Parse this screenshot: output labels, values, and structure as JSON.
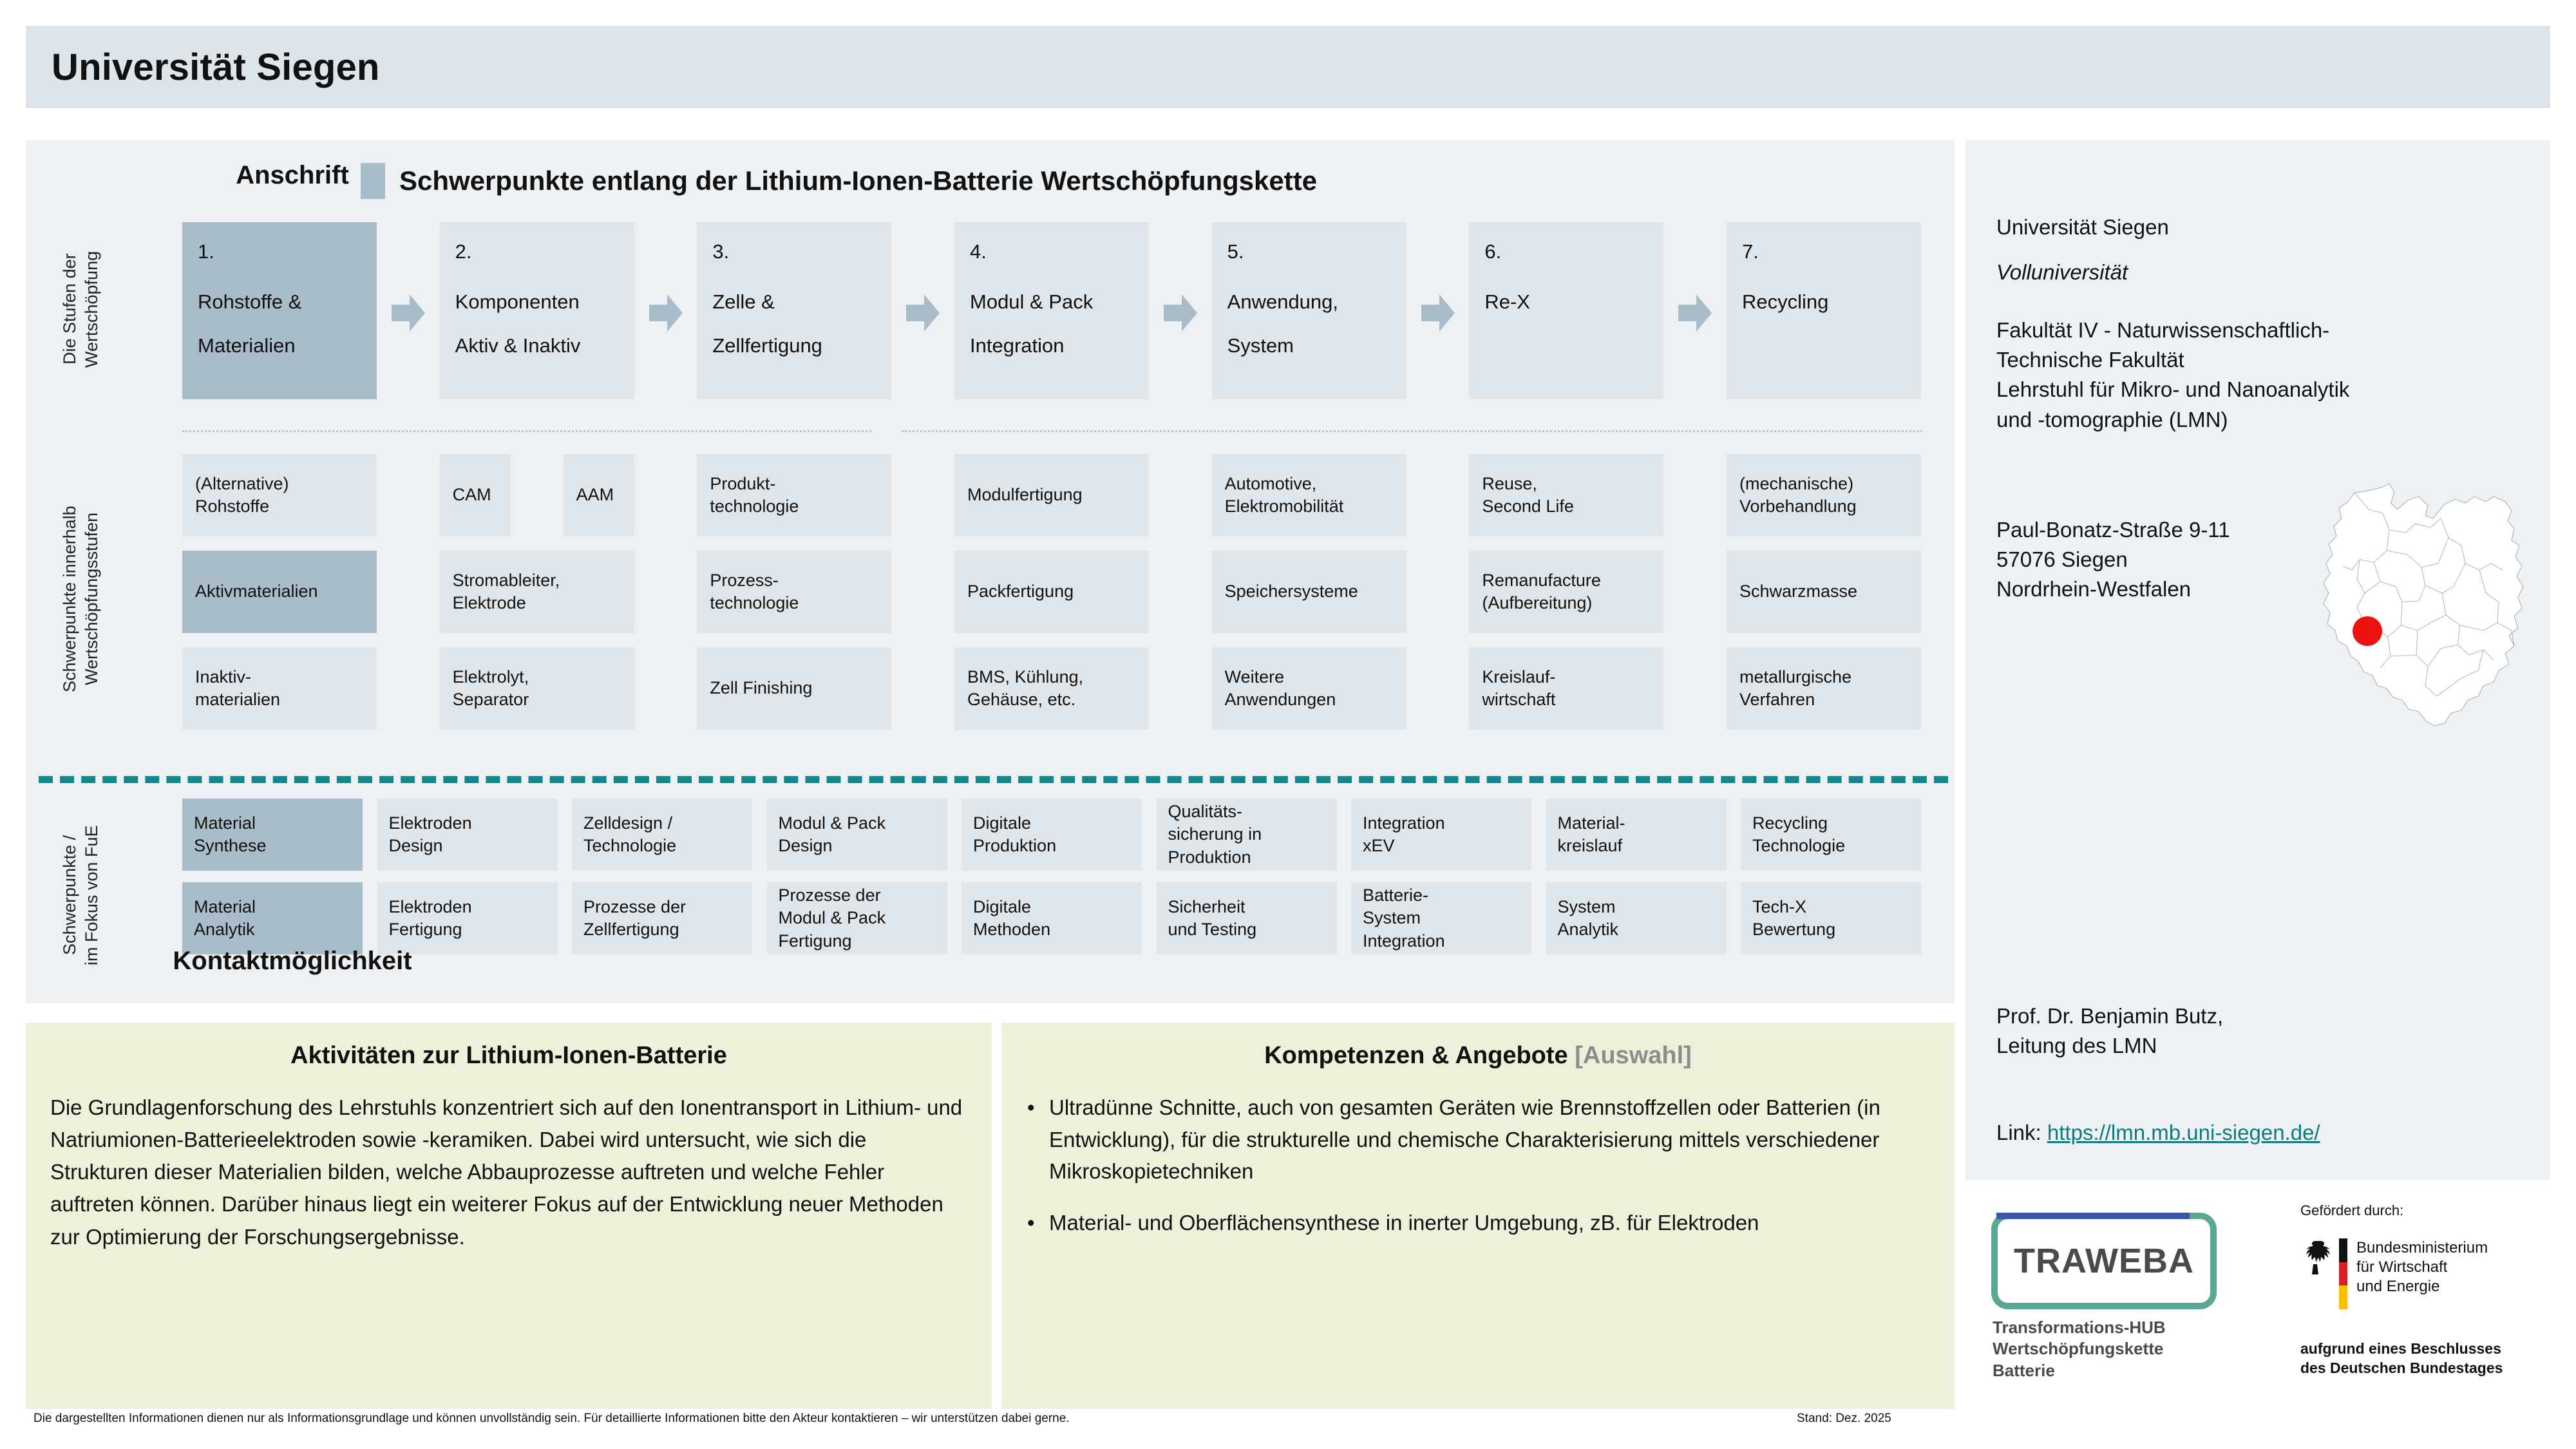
{
  "header": {
    "title": "Universität Siegen"
  },
  "panel": {
    "heading": "Schwerpunkte entlang der Lithium-Ionen-Batterie Wertschöpfungskette",
    "accent_color": "#a8bcc9",
    "box_color": "#dee5eb",
    "bg_color": "#edf1f4",
    "teal_color": "#0e8a8f"
  },
  "vertical_labels": {
    "stufen": "Die Stufen der\nWertschöpfung",
    "schwerpunkte": "Schwerpunkte innerhalb\nWertschöpfungsstufen",
    "fue": "Schwerpunkte /\nim Fokus von FuE"
  },
  "stages": [
    {
      "num": "1.",
      "line1": "Rohstoffe &",
      "line2": "Materialien",
      "highlight": true
    },
    {
      "num": "2.",
      "line1": "Komponenten",
      "line2": "Aktiv & Inaktiv",
      "highlight": false
    },
    {
      "num": "3.",
      "line1": "Zelle &",
      "line2": "Zellfertigung",
      "highlight": false
    },
    {
      "num": "4.",
      "line1": "Modul & Pack",
      "line2": "Integration",
      "highlight": false
    },
    {
      "num": "5.",
      "line1": "Anwendung,",
      "line2": "System",
      "highlight": false
    },
    {
      "num": "6.",
      "line1": "Re-X",
      "line2": "",
      "highlight": false
    },
    {
      "num": "7.",
      "line1": "Recycling",
      "line2": "",
      "highlight": false
    }
  ],
  "sub_rows": [
    [
      {
        "label": "(Alternative)\nRohstoffe",
        "highlight": false
      },
      {
        "label": "CAM",
        "highlight": false
      },
      {
        "label": "AAM",
        "highlight": false
      },
      {
        "label": "Produkt-\ntechnologie",
        "highlight": false
      },
      {
        "label": "Modulfertigung",
        "highlight": false
      },
      {
        "label": "Automotive,\nElektromobilität",
        "highlight": false
      },
      {
        "label": "Reuse,\nSecond Life",
        "highlight": false
      },
      {
        "label": "(mechanische)\nVorbehandlung",
        "highlight": false
      }
    ],
    [
      {
        "label": "Aktivmaterialien",
        "highlight": true
      },
      {
        "label": "Stromableiter,\nElektrode",
        "highlight": false
      },
      {
        "label": "Prozess-\ntechnologie",
        "highlight": false
      },
      {
        "label": "Packfertigung",
        "highlight": false
      },
      {
        "label": "Speichersysteme",
        "highlight": false
      },
      {
        "label": "Remanufacture\n(Aufbereitung)",
        "highlight": false
      },
      {
        "label": "Schwarzmasse",
        "highlight": false
      }
    ],
    [
      {
        "label": "Inaktiv-\nmaterialien",
        "highlight": false
      },
      {
        "label": "Elektrolyt,\nSeparator",
        "highlight": false
      },
      {
        "label": "Zell Finishing",
        "highlight": false
      },
      {
        "label": "BMS, Kühlung,\nGehäuse, etc.",
        "highlight": false
      },
      {
        "label": "Weitere\nAnwendungen",
        "highlight": false
      },
      {
        "label": "Kreislauf-\nwirtschaft",
        "highlight": false
      },
      {
        "label": "metallurgische\nVerfahren",
        "highlight": false
      }
    ]
  ],
  "fue_rows": [
    [
      {
        "label": "Material\nSynthese",
        "highlight": true
      },
      {
        "label": "Elektroden\nDesign",
        "highlight": false
      },
      {
        "label": "Zelldesign /\nTechnologie",
        "highlight": false
      },
      {
        "label": "Modul & Pack\nDesign",
        "highlight": false
      },
      {
        "label": "Digitale\nProduktion",
        "highlight": false
      },
      {
        "label": "Qualitäts-\nsicherung in\nProduktion",
        "highlight": false
      },
      {
        "label": "Integration\nxEV",
        "highlight": false
      },
      {
        "label": "Material-\nkreislauf",
        "highlight": false
      },
      {
        "label": "Recycling\nTechnologie",
        "highlight": false
      }
    ],
    [
      {
        "label": "Material\nAnalytik",
        "highlight": true
      },
      {
        "label": "Elektroden\nFertigung",
        "highlight": false
      },
      {
        "label": "Prozesse der\nZellfertigung",
        "highlight": false
      },
      {
        "label": "Prozesse der\nModul & Pack\nFertigung",
        "highlight": false
      },
      {
        "label": "Digitale\nMethoden",
        "highlight": false
      },
      {
        "label": "Sicherheit\nund Testing",
        "highlight": false
      },
      {
        "label": "Batterie-\nSystem\nIntegration",
        "highlight": false
      },
      {
        "label": "System\nAnalytik",
        "highlight": false
      },
      {
        "label": "Tech-X\nBewertung",
        "highlight": false
      }
    ]
  ],
  "activities": {
    "title": "Aktivitäten zur Lithium-Ionen-Batterie",
    "body": "Die Grundlagenforschung des Lehrstuhls konzentriert sich auf den Ionentransport in Lithium- und Natriumionen-Batterieelektroden sowie -keramiken. Dabei wird untersucht, wie sich die Strukturen dieser Materialien bilden, welche Abbauprozesse auftreten und welche Fehler auftreten können. Darüber hinaus liegt ein weiterer Fokus auf der Entwicklung neuer Methoden zur Optimierung der Forschungsergebnisse."
  },
  "competences": {
    "title": "Kompetenzen & Angebote",
    "title_suffix": "[Auswahl]",
    "items": [
      "Ultradünne Schnitte, auch von gesamten Geräten wie Brennstoffzellen oder Batterien (in Entwicklung), für die strukturelle und chemische Charakterisierung mittels verschiedener Mikroskopietechniken",
      "Material- und Oberflächensynthese in inerter Umgebung, zB. für Elektroden"
    ],
    "bullet_glyph": "•"
  },
  "address": {
    "title": "Anschrift",
    "org": "Universität Siegen",
    "type": "Volluniversität",
    "unit": "Fakultät IV - Naturwissenschaftlich-\nTechnische Fakultät\nLehrstuhl für Mikro- und Nanoanalytik\nund -tomographie (LMN)",
    "street": "Paul-Bonatz-Straße 9-11\n57076 Siegen\nNordrhein-Westfalen",
    "marker_color": "#ee1111"
  },
  "contact": {
    "title": "Kontaktmöglichkeit",
    "person": "Prof. Dr. Benjamin Butz,\nLeitung des LMN",
    "link_label": "Link: ",
    "link_text": "https://lmn.mb.uni-siegen.de/",
    "link_color": "#0d7b80"
  },
  "logos": {
    "traweba_word": "TRAWEBA",
    "traweba_sub": "Transformations-HUB\nWertschöpfungskette\nBatterie",
    "funded_label": "Gefördert durch:",
    "ministry": "Bundesministerium\nfür Wirtschaft\nund Energie",
    "decision_note": "aufgrund eines Beschlusses\ndes Deutschen Bundestages"
  },
  "footer": {
    "note": "Die dargestellten Informationen dienen nur als Informationsgrundlage und können unvollständig sein. Für detaillierte Informationen bitte den Akteur kontaktieren – wir unterstützen dabei gerne.",
    "stand": "Stand: Dez. 2025"
  }
}
